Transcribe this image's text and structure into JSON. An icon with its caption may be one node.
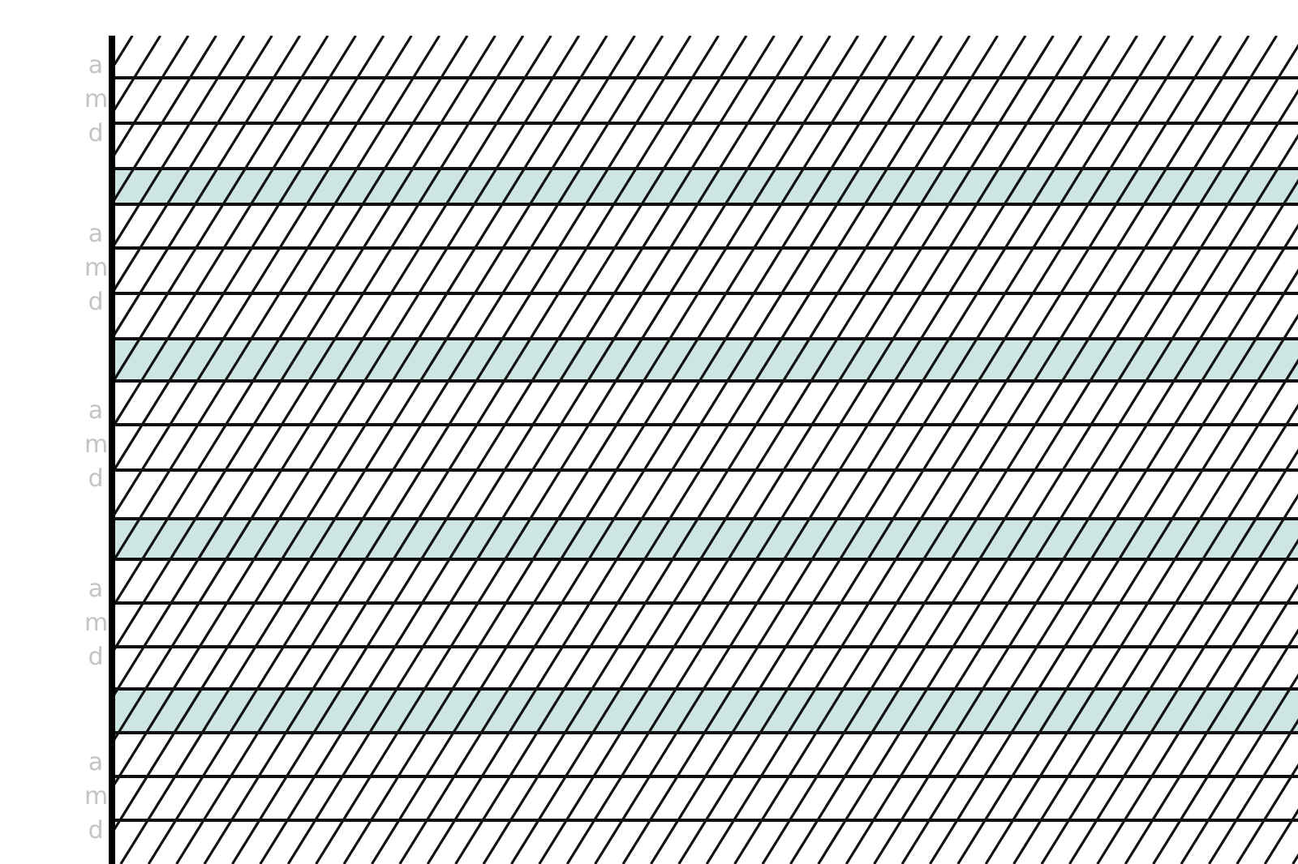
{
  "diagram": {
    "labels": [
      "a",
      "m",
      "d",
      "a",
      "m",
      "d",
      "a",
      "m",
      "d",
      "a",
      "m",
      "d",
      "a",
      "m",
      "d"
    ]
  }
}
